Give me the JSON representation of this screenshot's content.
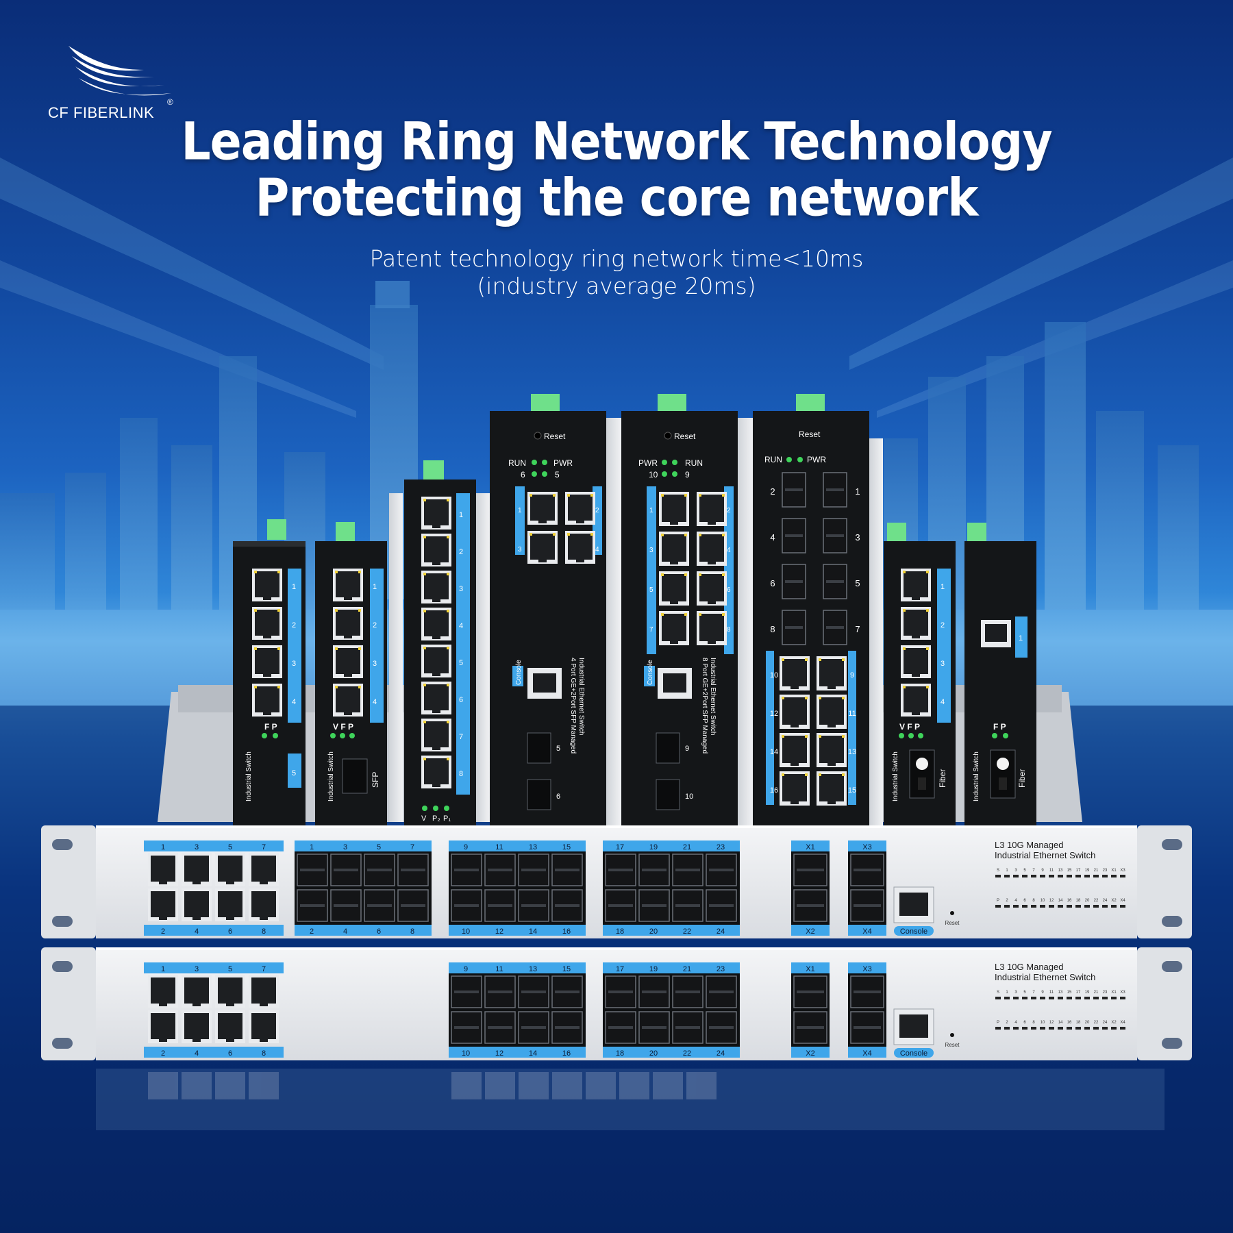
{
  "brand": {
    "name": "CF FIBERLINK",
    "reg_mark": "®"
  },
  "headline": {
    "line1": "Leading Ring Network Technology",
    "line2": "Protecting the core network"
  },
  "subtext": {
    "line1": "Patent technology ring network time<10ms",
    "line2": "(industry average 20ms)"
  },
  "switches": {
    "s1": {
      "ports": [
        "1",
        "2",
        "3",
        "4"
      ],
      "leds": "F  P",
      "vlabel": "Industrial Switch",
      "uplink": "5"
    },
    "s2": {
      "ports": [
        "1",
        "2",
        "3",
        "4"
      ],
      "leds": "V  F  P",
      "vlabel": "Industrial Switch",
      "sfp": "SFP"
    },
    "s3": {
      "ports": [
        "1",
        "2",
        "3",
        "4",
        "5",
        "6",
        "7",
        "8"
      ],
      "leds": [
        "V",
        "P₂",
        "P₁"
      ]
    },
    "s4": {
      "reset": "Reset",
      "run": "RUN",
      "pwr": "PWR",
      "n_left": "6",
      "n_right": "5",
      "ports": [
        "1",
        "2",
        "3",
        "4"
      ],
      "console": "Console",
      "sfp_ports": [
        "5",
        "6"
      ],
      "vtext1": "Industrial Ethernet Switch",
      "vtext2": "4 Port GE+2Port SFP Managed"
    },
    "s5": {
      "reset": "Reset",
      "pwr": "PWR",
      "run": "RUN",
      "n_left": "10",
      "n_right": "9",
      "ports": [
        "1",
        "2",
        "3",
        "4",
        "5",
        "6",
        "7",
        "8"
      ],
      "console": "Console",
      "sfp_ports": [
        "9",
        "10"
      ],
      "vtext1": "Industrial Ethernet Switch",
      "vtext2": "8 Port GE+2Port SFP Managed"
    },
    "s6": {
      "reset": "Reset",
      "run": "RUN",
      "pwr": "PWR",
      "sfp_left": [
        "2",
        "4",
        "6",
        "8"
      ],
      "sfp_right": [
        "1",
        "3",
        "5",
        "7"
      ],
      "rj_left": [
        "10",
        "12",
        "14",
        "16"
      ],
      "rj_right": [
        "9",
        "11",
        "13",
        "15"
      ]
    },
    "s7": {
      "ports": [
        "1",
        "2",
        "3",
        "4"
      ],
      "leds": "V  F  P",
      "vlabel": "Industrial Switch",
      "fiber": "Fiber"
    },
    "s8": {
      "port": "1",
      "leds": "F  P",
      "vlabel": "Industrial Switch",
      "fiber": "Fiber"
    }
  },
  "rack": {
    "title1": "L3 10G Managed",
    "title2": "Industrial  Ethernet Switch",
    "rj_top": [
      "1",
      "3",
      "5",
      "7"
    ],
    "rj_bottom": [
      "2",
      "4",
      "6",
      "8"
    ],
    "g1_top": [
      "1",
      "3",
      "5",
      "7"
    ],
    "g1_bottom": [
      "2",
      "4",
      "6",
      "8"
    ],
    "g2_top": [
      "9",
      "11",
      "13",
      "15"
    ],
    "g2_bottom": [
      "10",
      "12",
      "14",
      "16"
    ],
    "g3_top": [
      "17",
      "19",
      "21",
      "23"
    ],
    "g3_bottom": [
      "18",
      "20",
      "22",
      "24"
    ],
    "x_top": [
      "X1",
      "X3"
    ],
    "x_bottom": [
      "X2",
      "X4"
    ],
    "console": "Console",
    "reset": "Reset",
    "led_row1": [
      "S",
      "1",
      "3",
      "5",
      "7",
      "9",
      "11",
      "13",
      "15",
      "17",
      "19",
      "21",
      "23",
      "X1",
      "X3"
    ],
    "led_row2": [
      "P",
      "2",
      "4",
      "6",
      "8",
      "10",
      "12",
      "14",
      "16",
      "18",
      "20",
      "22",
      "24",
      "X2",
      "X4"
    ]
  }
}
